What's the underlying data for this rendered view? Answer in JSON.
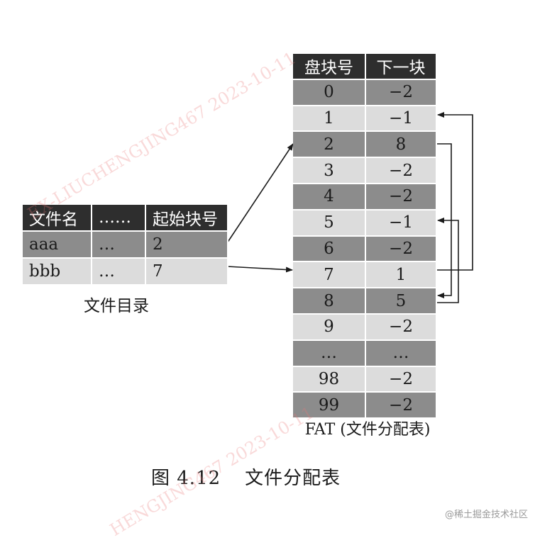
{
  "directory": {
    "headers": [
      "文件名",
      "……",
      "起始块号"
    ],
    "rows": [
      [
        "aaa",
        "…",
        "2"
      ],
      [
        "bbb",
        "…",
        "7"
      ]
    ],
    "caption": "文件目录"
  },
  "fat": {
    "headers": [
      "盘块号",
      "下一块"
    ],
    "rows": [
      [
        "0",
        "−2"
      ],
      [
        "1",
        "−1"
      ],
      [
        "2",
        "8"
      ],
      [
        "3",
        "−2"
      ],
      [
        "4",
        "−2"
      ],
      [
        "5",
        "−1"
      ],
      [
        "6",
        "−2"
      ],
      [
        "7",
        "1"
      ],
      [
        "8",
        "5"
      ],
      [
        "9",
        "−2"
      ],
      [
        "…",
        "…"
      ],
      [
        "98",
        "−2"
      ],
      [
        "99",
        "−2"
      ]
    ],
    "caption": "FAT (文件分配表)"
  },
  "figure": {
    "number": "图 4.12",
    "title": "文件分配表"
  },
  "watermarks": [
    "EX-LIUCHENGJING467 2023-10-11",
    "HENGJING467 2023-10-11"
  ],
  "credit": "@稀土掘金技术社区",
  "colors": {
    "header": "#2e2e2e",
    "dark_row": "#8c8c8c",
    "light_row": "#dcdcdc"
  }
}
